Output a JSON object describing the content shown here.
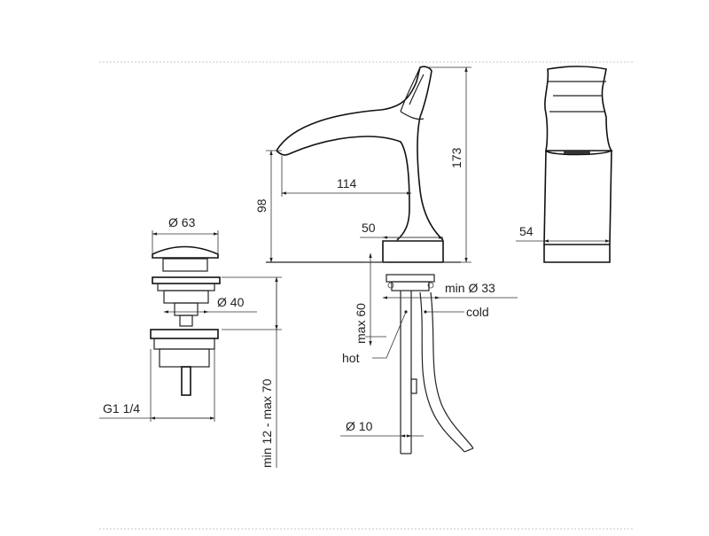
{
  "dimensions": {
    "waste_top_diameter": "Ø 63",
    "waste_body_diameter": "Ø 40",
    "waste_thread": "G1 1/4",
    "waste_height": "min 12 - max 70",
    "spout_height": "98",
    "spout_reach": "114",
    "tap_height": "173",
    "base_width": "50",
    "deck_thickness": "max 60",
    "hole_diameter": "min Ø 33",
    "hose_diameter": "Ø 10",
    "side_base_width": "54"
  },
  "labels": {
    "cold": "cold",
    "hot": "hot"
  }
}
